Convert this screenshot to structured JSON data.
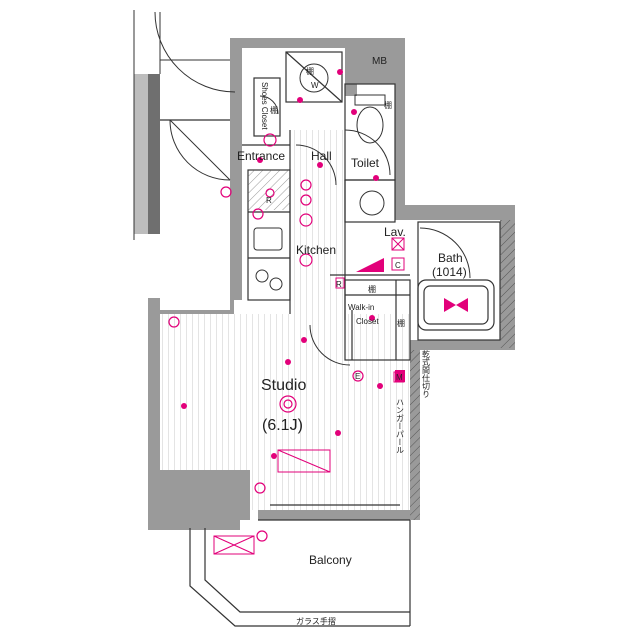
{
  "rooms": {
    "mb": "MB",
    "shoes_closet": "Shoes Closet",
    "entrance": "Entrance",
    "hall": "Hall",
    "toilet": "Toilet",
    "lav": "Lav.",
    "kitchen": "Kitchen",
    "bath": "Bath",
    "bath_size": "(1014)",
    "walkin_1": "Walk-in",
    "walkin_2": "Closet",
    "studio": "Studio",
    "studio_size": "(6.1J)",
    "balcony": "Balcony"
  },
  "fixtures": {
    "washer": "W",
    "fridge": "R",
    "refrigerator_2": "R",
    "lav_c": "C",
    "closet_shelf": "棚",
    "toilet_shelf": "棚",
    "mb_shelf": "棚",
    "walkin_shelf": "棚",
    "walkin_shelf2": "棚",
    "marker_m": "M",
    "marker_e": "E"
  },
  "annotations": {
    "dryer_partition": "乾式間仕切り",
    "hanger_pole": "ハンガーパール",
    "glass_rail": "ガラス手摺"
  },
  "colors": {
    "wall": "#9a9a9a",
    "wall_dark": "#6f6f6f",
    "line": "#333333",
    "accent": "#e2007a"
  }
}
